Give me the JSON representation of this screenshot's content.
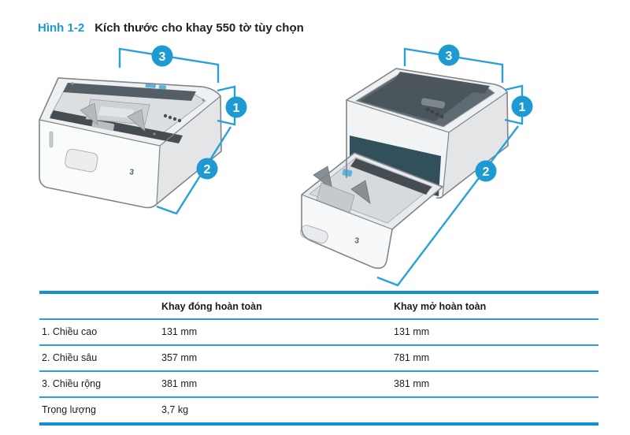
{
  "title": {
    "label": "Hình 1-2",
    "text": "Kích thước cho khay 550 tờ tùy chọn"
  },
  "colors": {
    "accent_blue": "#1d9ad2",
    "dimension_line_blue": "#29a0da",
    "table_border_thick": "#1191d2",
    "table_border_thin": "#2d9fd6"
  },
  "figures": {
    "closed_tray": {
      "callout_height": "1",
      "callout_depth": "2",
      "callout_width": "3",
      "tray_marking": "3"
    },
    "open_tray": {
      "callout_height": "1",
      "callout_depth": "2",
      "callout_width": "3",
      "tray_marking": "3"
    }
  },
  "table": {
    "headers": {
      "metric": "",
      "closed": "Khay đóng hoàn toàn",
      "open": "Khay mở hoàn toàn"
    },
    "rows": [
      {
        "label": "1. Chiều cao",
        "closed": "131 mm",
        "open": "131 mm"
      },
      {
        "label": "2. Chiều sâu",
        "closed": "357 mm",
        "open": "781 mm"
      },
      {
        "label": "3. Chiều rộng",
        "closed": "381 mm",
        "open": "381 mm"
      },
      {
        "label": "Trọng lượng",
        "closed": "3,7 kg",
        "open": ""
      }
    ]
  }
}
